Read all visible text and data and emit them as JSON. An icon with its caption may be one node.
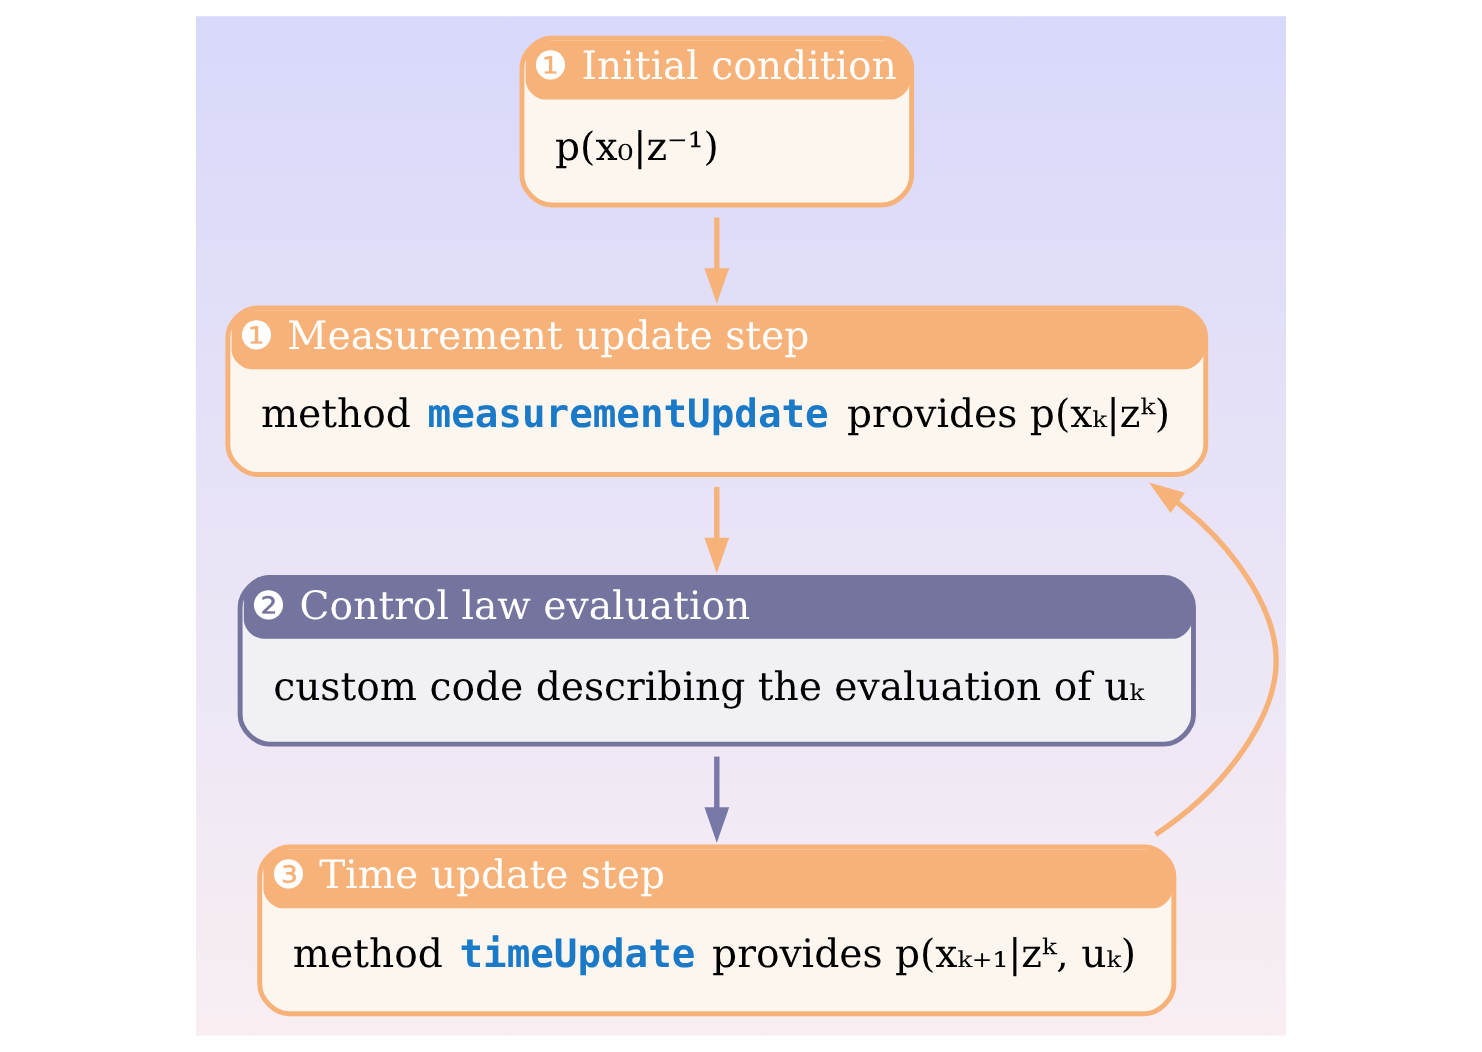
{
  "diagram": {
    "nodes": [
      {
        "text": [
          "❶ Initial condition",
          "p(x₀|z⁻¹)"
        ]
      },
      {
        "text": [
          "❶ Measurement update step",
          "method **measurementUpdate** provides p(xₖ|zᵏ)"
        ]
      },
      {
        "text": [
          "❷ Control law evaluation",
          "custom code describing the evaluation of uₖ"
        ]
      },
      {
        "text": [
          "❸ Time update step",
          "method **timeUpdate** provides p(xₖ₊₁|zᵏ, uₖ)"
        ]
      }
    ],
    "edges": [
      {
        "from": 0,
        "to": 1,
        "arrow": "to"
      },
      {
        "from": 1,
        "to": 2,
        "arrow": "to"
      },
      {
        "from": 2,
        "to": 3,
        "arrow": "to",
        "color": "#7878a8"
      },
      {
        "from": 3,
        "to": 1,
        "arrow": "to"
      }
    ]
  }
}
